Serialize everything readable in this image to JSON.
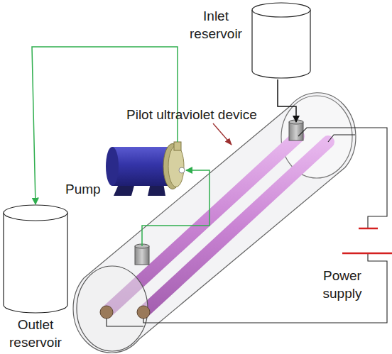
{
  "diagram": {
    "nodes": [
      {
        "text": [
          "Inlet reservoir"
        ]
      },
      {
        "text": [
          "Pilot ultraviolet device"
        ]
      },
      {
        "text": [
          "Pump"
        ]
      },
      {
        "text": [
          "Outlet reservoir"
        ]
      }
    ],
    "edges": [
      {
        "from": 0,
        "to": 1,
        "arrow": "to"
      },
      {
        "from": 1,
        "to": 2,
        "arrow": "to"
      },
      {
        "from": 2,
        "to": 3,
        "arrow": "to"
      }
    ],
    "labels": [
      "Power supply"
    ]
  }
}
